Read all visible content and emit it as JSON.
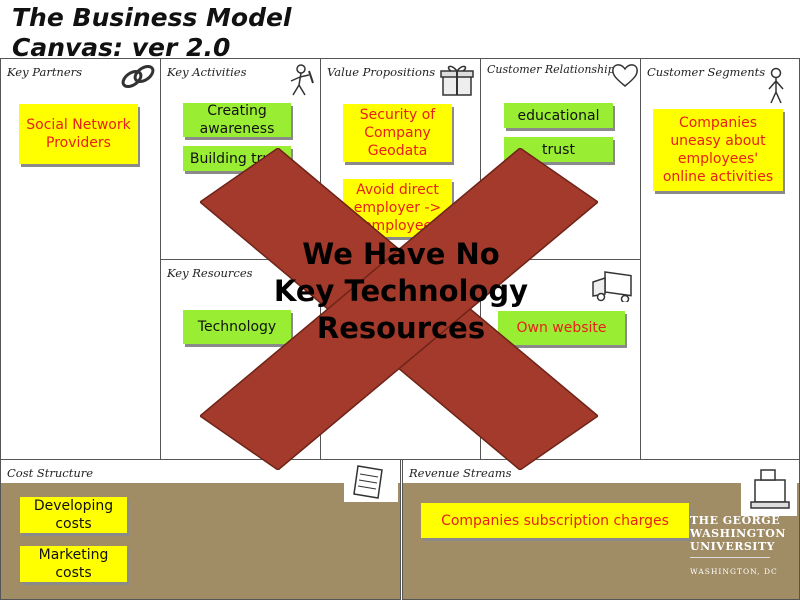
{
  "title": "The Business Model Canvas: ver 2.0",
  "panels": {
    "key_partners": "Key Partners",
    "key_activities": "Key Activities",
    "value_propositions": "Value Propositions",
    "customer_relationships": "Customer Relationships",
    "customer_segments": "Customer Segments",
    "key_resources": "Key Resources",
    "cost_structure": "Cost Structure",
    "revenue_streams": "Revenue Streams"
  },
  "notes": {
    "social_network": "Social Network Providers",
    "creating_awareness": "Creating awareness",
    "building_trust": "Building trust",
    "security": "Security of Company Geodata",
    "avoid_direct": "Avoid direct employer -> employee",
    "educational": "educational",
    "trust": "trust",
    "companies_uneasy": "Companies uneasy about employees' online activities",
    "technology": "Technology",
    "own_website": "Own website",
    "developing_costs": "Developing costs",
    "marketing_costs": "Marketing costs",
    "subscription": "Companies subscription charges"
  },
  "overlay_text": "We Have No Key Technology Resources",
  "logo": {
    "name": "THE GEORGE WASHINGTON UNIVERSITY",
    "location": "WASHINGTON, DC"
  },
  "colors": {
    "sticky_yellow": "#ffff00",
    "sticky_green": "#99ee33",
    "sticky_text_red": "#e8201a",
    "cross_red": "#a33a2b",
    "footer_tan": "#a08d66"
  },
  "icons": [
    "chain-link-icon",
    "worker-icon",
    "gift-icon",
    "heart-icon",
    "person-icon",
    "truck-icon",
    "receipt-icon",
    "cash-register-icon"
  ]
}
